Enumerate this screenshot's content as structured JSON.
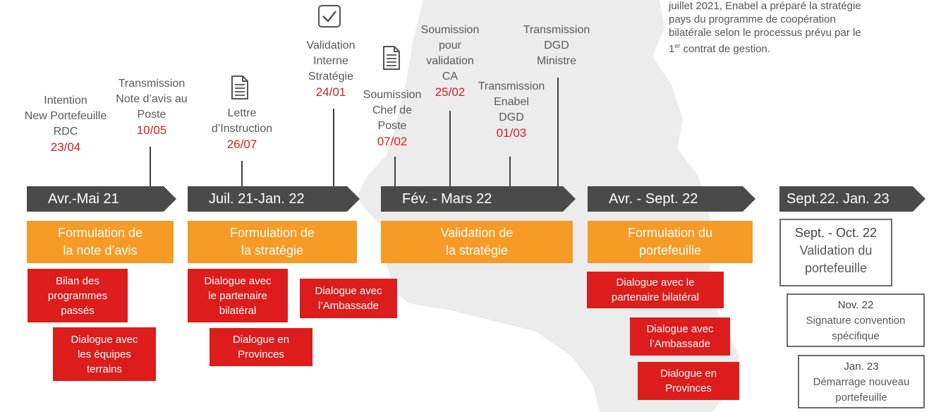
{
  "intro": {
    "line1": "juillet 2021, Enabel a préparé la stratégie",
    "line2": "pays du programme de coopération",
    "line3": "bilatérale selon le processus prévu par le",
    "ord_num": "1",
    "ord_sup": "er",
    "line4_rest": " contrat de gestion."
  },
  "events": [
    {
      "lines": [
        "Intention",
        "New Portefeuille",
        "RDC"
      ],
      "date": "23/04"
    },
    {
      "lines": [
        "Transmission",
        "Note d’avis au",
        "Poste"
      ],
      "date": "10/05"
    },
    {
      "lines": [
        "Lettre",
        "d’Instruction"
      ],
      "date": "26/07"
    },
    {
      "lines": [
        "Validation",
        "Interne",
        "Stratégie"
      ],
      "date": "24/01"
    },
    {
      "lines": [
        "Soumission",
        "Chef de",
        "Poste"
      ],
      "date": "07/02"
    },
    {
      "lines": [
        "Soumission",
        "pour",
        "validation",
        "CA"
      ],
      "date": "25/02"
    },
    {
      "lines": [
        "Transmission",
        "Enabel",
        "DGD"
      ],
      "date": "01/03"
    },
    {
      "lines": [
        "Transmission",
        "DGD",
        "Ministre"
      ],
      "date": ""
    }
  ],
  "icons": [
    "document-icon",
    "checkbox-icon",
    "document-icon"
  ],
  "phases": [
    {
      "label": "Avr.-Mai 21"
    },
    {
      "label": "Juil. 21-Jan. 22"
    },
    {
      "label": "Fév. - Mars 22"
    },
    {
      "label": "Avr. - Sept. 22"
    },
    {
      "label": "Sept.22. Jan. 23"
    }
  ],
  "formulations": [
    {
      "lines": [
        "Formulation de",
        "la note d’avis"
      ]
    },
    {
      "lines": [
        "Formulation de",
        "la stratégie"
      ]
    },
    {
      "lines": [
        "Validation de",
        "la stratégie"
      ]
    },
    {
      "lines": [
        "Formulation du",
        "portefeuille"
      ]
    }
  ],
  "dialogues": [
    {
      "lines": [
        "Bilan des",
        "programmes",
        "passés"
      ]
    },
    {
      "lines": [
        "Dialogue avec",
        "les équipes",
        "terrains"
      ]
    },
    {
      "lines": [
        "Dialogue avec",
        "le partenaire",
        "bilatéral"
      ]
    },
    {
      "lines": [
        "Dialogue en",
        "Provinces"
      ]
    },
    {
      "lines": [
        "Dialogue avec",
        "l’Ambassade"
      ]
    },
    {
      "lines": [
        "Dialogue avec le",
        "partenaire bilatéral"
      ]
    },
    {
      "lines": [
        "Dialogue avec",
        "l’Ambassade"
      ]
    },
    {
      "lines": [
        "Dialogue en",
        "Provinces"
      ]
    }
  ],
  "final_steps": [
    {
      "lines": [
        "Sept. - Oct. 22",
        "Validation du",
        "portefeuille"
      ]
    },
    {
      "lines": [
        "Nov. 22",
        "Signature convention",
        "spécifique"
      ]
    },
    {
      "lines": [
        "Jan. 23",
        "Démarrage nouveau",
        "portefeuille"
      ]
    }
  ],
  "colors": {
    "arrow": "#4a4a4a",
    "orange": "#f59b26",
    "red": "#dd1c1c",
    "date": "#d42020",
    "map": "#ececec"
  }
}
